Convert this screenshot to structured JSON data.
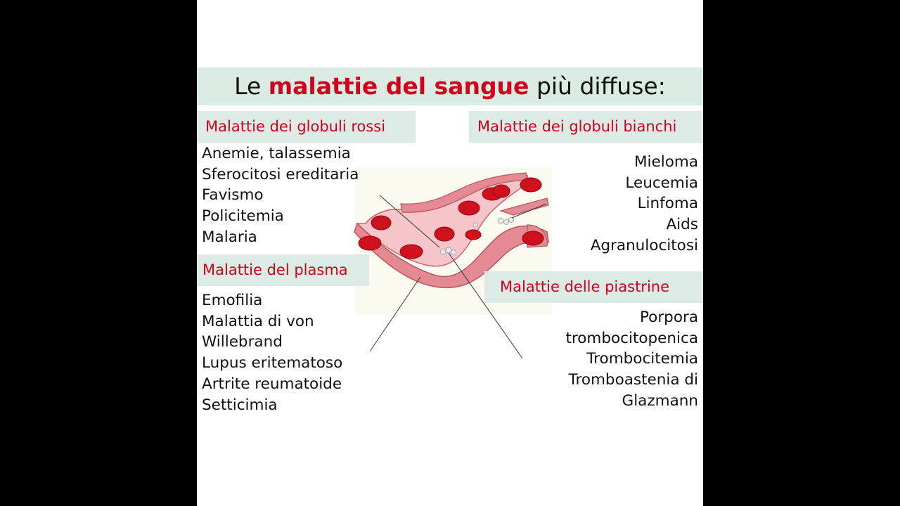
{
  "title": {
    "prefix": "Le",
    "highlight": "malattie del sangue",
    "suffix": "più diffuse:"
  },
  "sections": {
    "red_cells": {
      "heading": "Malattie dei globuli rossi",
      "items": [
        "Anemie, talassemia",
        "Sferocitosi ereditaria",
        "Favismo",
        "Policitemia",
        "Malaria"
      ]
    },
    "white_cells": {
      "heading": "Malattie dei globuli bianchi",
      "items": [
        "Mieloma",
        "Leucemia",
        "Linfoma",
        "Aids",
        "Agranulocitosi"
      ]
    },
    "plasma": {
      "heading": "Malattie del plasma",
      "items": [
        "Emofilia",
        "Malattia di von",
        "Willebrand",
        "Lupus eritematoso",
        "Artrite reumatoide",
        "Setticimia"
      ]
    },
    "platelets": {
      "heading": "Malattie delle piastrine",
      "items": [
        "Porpora",
        "trombocitopenica",
        "Trombocitemia",
        "Tromboastenia di",
        "Glazmann"
      ]
    }
  },
  "colors": {
    "accent": "#d0021b",
    "header_bg": "#d9ebe3",
    "vessel_wall": "#e4888f",
    "vessel_inner": "#f7c4c8",
    "red_cell": "#d0101c"
  }
}
